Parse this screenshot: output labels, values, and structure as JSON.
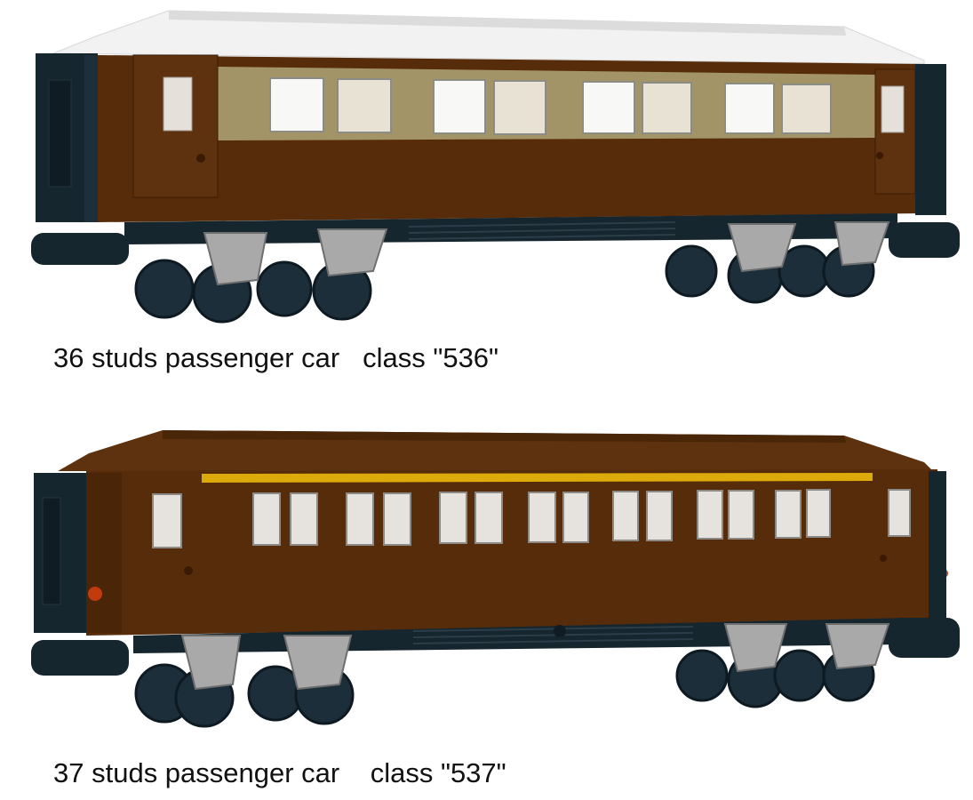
{
  "figure": {
    "items": [
      {
        "caption": "36 studs passenger car   class \"536\"",
        "model": "class-536",
        "length_studs": 36,
        "colors": {
          "roof": "#f4f4f4",
          "body": "#562c0b",
          "window_band": "#a39467",
          "frame": "#142632",
          "bogie": "#a9a9a9"
        }
      },
      {
        "caption": "37 studs passenger car    class \"537\"",
        "model": "class-537",
        "length_studs": 37,
        "colors": {
          "roof": "#5e320e",
          "body": "#562c0b",
          "stripe": "#dcaa0a",
          "frame": "#142632",
          "bogie": "#a9a9a9"
        }
      }
    ]
  }
}
